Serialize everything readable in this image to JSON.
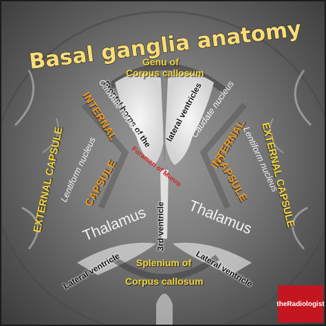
{
  "title": "Basal ganglia anatomy",
  "labels": {
    "genu_line1": "Genu of",
    "genu_line2": "Corpus callosum",
    "frontal_horns": "Frontal horns of the",
    "lateral_ventricles": "lateral ventricles",
    "foramen_of_munro": "Foramen of Munro",
    "caudate_left": "Caudate nucleus",
    "caudate_right": "Caudate nucleus",
    "internal_capsule_left_top": "INTERNAL",
    "internal_capsule_left_bottom": "CAPSULE",
    "internal_capsule_right_top": "INTERNAL",
    "internal_capsule_right_bottom": "CAPSULE",
    "external_capsule_left": "EXTERNAL CAPSULE",
    "external_capsule_right": "EXTERNAL CAPSULE",
    "lentiform_left": "Lentiform nucleus",
    "lentiform_right": "Lentiform nucleus",
    "thalamus_left": "Thalamus",
    "thalamus_right": "Thalamus",
    "third_ventricle": "3rd ventricle",
    "lateral_ventricle_left": "Lateral ventricle",
    "lateral_ventricle_right": "Lateral ventricle",
    "splenium_line1": "Splenium of",
    "splenium_line2": "Corpus callosum"
  },
  "brand": "theRadiologist",
  "colors": {
    "title": "#f7dc7a",
    "structure_yellow": "#f4d43a",
    "capsule_orange": "#f29a1c",
    "foramen_red": "#d41f1f",
    "brand_red": "#c41620"
  }
}
